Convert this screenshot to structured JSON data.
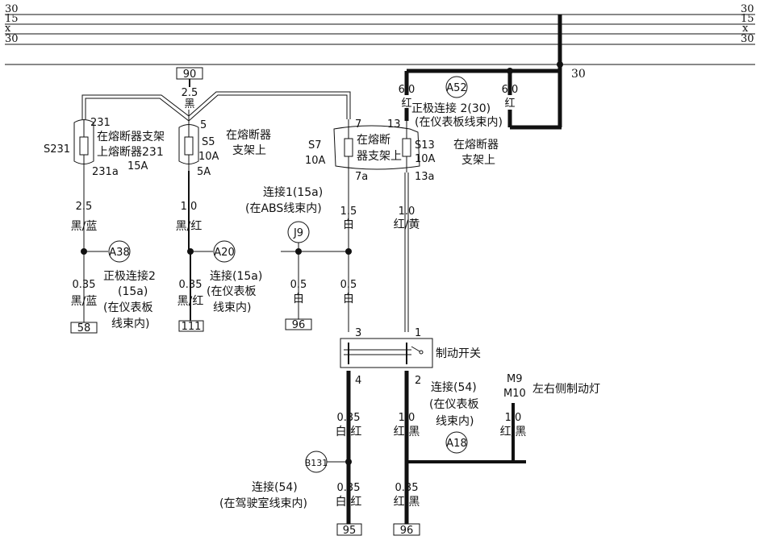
{
  "bus_lines": {
    "left": [
      "30",
      "15",
      "x",
      "30"
    ],
    "right": [
      "30",
      "15",
      "x",
      "30"
    ],
    "feed_label": "30"
  },
  "connectors": {
    "top_90": "90",
    "c58": "58",
    "c111": "111",
    "c96_left": "96",
    "c95": "95",
    "c96_right": "96"
  },
  "fuses": {
    "s231": {
      "name": "S231",
      "in": "231",
      "out": "231a",
      "rating": "15A",
      "desc_1": "在熔断器支架",
      "desc_2": "上熔断器231"
    },
    "s5": {
      "name": "S5",
      "in": "5",
      "out": "5A",
      "rating": "10A",
      "desc_1": "在熔断器",
      "desc_2": "支架上"
    },
    "s7": {
      "name": "S7",
      "in": "7",
      "out": "7a",
      "rating": "10A",
      "desc_1": "在熔断",
      "desc_2": "器支架上"
    },
    "s13": {
      "name": "S13",
      "in": "13",
      "out": "13a",
      "rating": "10A",
      "desc_1": "在熔断器",
      "desc_2": "支架上"
    }
  },
  "wires": {
    "top_size": "2.5",
    "top_color": "黑",
    "a52_left_size": "6.0",
    "a52_left_color": "红",
    "a52_right_size": "6.0",
    "a52_right_color": "红",
    "w231_size": "2.5",
    "w231_color": "黑/蓝",
    "w231b_size": "0.35",
    "w231b_color": "黑/蓝",
    "w5_size": "1.0",
    "w5_color": "黑/红",
    "w5b_size": "0.35",
    "w5b_color": "黑/红",
    "w7_size": "1.5",
    "w7_color": "白",
    "wj9_size": "0.5",
    "wj9_color": "白",
    "w7b_size": "0.5",
    "w7b_color": "白",
    "w13_size": "1.0",
    "w13_color": "红/黄",
    "w4_size": "0.35",
    "w4_color": "白/红",
    "w4b_size": "0.35",
    "w4b_color": "白/红",
    "w2_size": "1.0",
    "w2_color": "红/黑",
    "w2b_size": "0.35",
    "w2b_color": "红/黑",
    "wm_size": "1.0",
    "wm_color": "红/黑"
  },
  "splices": {
    "a52": {
      "id": "A52",
      "desc_1": "正极连接 2(30)",
      "desc_2": "(在仪表板线束内)"
    },
    "a38": {
      "id": "A38",
      "desc_1": "正极连接2",
      "desc_2": "(15a)",
      "desc_3": "(在仪表板",
      "desc_4": "线束内)"
    },
    "a20": {
      "id": "A20",
      "desc_1": "连接(15a)",
      "desc_2": "(在仪表板",
      "desc_3": "线束内)"
    },
    "j9": {
      "id": "J9",
      "desc_1": "连接1(15a)",
      "desc_2": "(在ABS线束内)"
    },
    "a18": {
      "id": "A18",
      "desc_1": "连接(54)",
      "desc_2": "(在仪表板",
      "desc_3": "线束内)"
    },
    "b131": {
      "id": "B131",
      "desc_1": "连接(54)",
      "desc_2": "(在驾驶室线束内)"
    }
  },
  "brake_switch": {
    "label": "制动开关",
    "pin_3": "3",
    "pin_1": "1",
    "pin_4": "4",
    "pin_2": "2"
  },
  "brake_lamp": {
    "id_1": "M9",
    "id_2": "M10",
    "label": "左右侧制动灯"
  }
}
